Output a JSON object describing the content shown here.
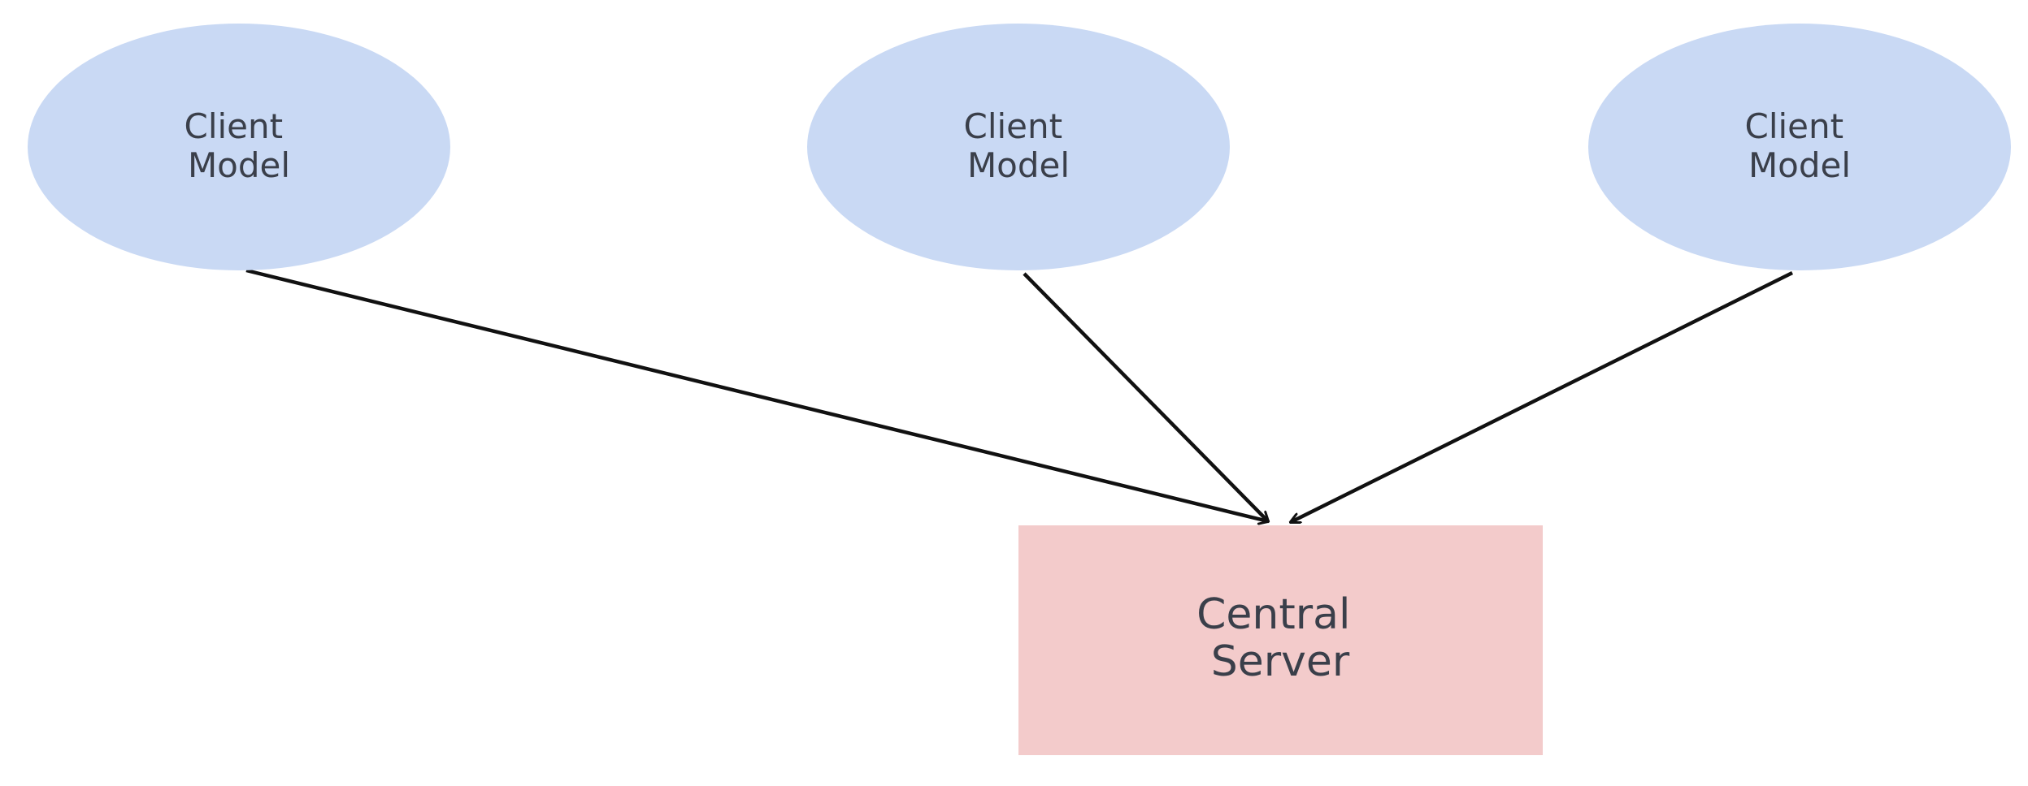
{
  "colors": {
    "background": "#ffffff",
    "client_fill": "#c9d9f4",
    "server_fill": "#f3cbcb",
    "arrow": "#111111",
    "text": "#3a3f4a"
  },
  "clients": [
    {
      "line1": "Client",
      "line2": "Model"
    },
    {
      "line1": "Client",
      "line2": "Model"
    },
    {
      "line1": "Client",
      "line2": "Model"
    }
  ],
  "server": {
    "line1": "Central",
    "line2": "Server"
  },
  "edges": [
    {
      "from": "client-0",
      "to": "server"
    },
    {
      "from": "client-1",
      "to": "server"
    },
    {
      "from": "client-2",
      "to": "server"
    }
  ]
}
